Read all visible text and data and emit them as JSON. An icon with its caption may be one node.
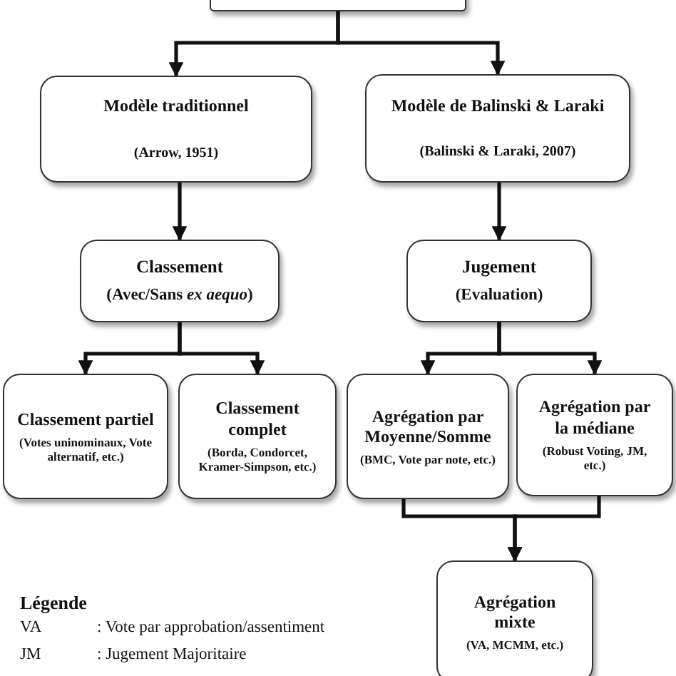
{
  "diagram": {
    "nodes": [
      {
        "text": [],
        "shape": "box"
      },
      {
        "text": [
          "Modèle traditionnel",
          "(Arrow, 1951)"
        ]
      },
      {
        "text": [
          "Modèle de Balinski & Laraki",
          "(Balinski & Laraki, 2007)"
        ]
      },
      {
        "text": [
          "Classement",
          "(Avec/Sans *ex aequo*)"
        ]
      },
      {
        "text": [
          "Jugement",
          "(Evaluation)"
        ]
      },
      {
        "text": [
          "Classement partiel",
          "(Votes uninominaux, Vote alternatif, etc.)"
        ]
      },
      {
        "text": [
          "Classement complet",
          "(Borda, Condorcet, Kramer-Simpson, etc.)"
        ]
      },
      {
        "text": [
          "Agrégation par Moyenne/Somme",
          "(BMC, Vote par note, etc.)"
        ]
      },
      {
        "text": [
          "Agrégation par la médiane",
          "(Robust Voting, JM, etc.)"
        ]
      },
      {
        "text": [
          "Agrégation mixte",
          "(VA, MCMM,  etc.)"
        ]
      }
    ],
    "edges": [
      {
        "from": 0,
        "to": 1,
        "arrow": "to"
      },
      {
        "from": 0,
        "to": 2,
        "arrow": "to"
      },
      {
        "from": 1,
        "to": 3,
        "arrow": "to"
      },
      {
        "from": 2,
        "to": 4,
        "arrow": "to"
      },
      {
        "from": 3,
        "to": 5,
        "arrow": "to"
      },
      {
        "from": 3,
        "to": 6,
        "arrow": "to"
      },
      {
        "from": 4,
        "to": 7,
        "arrow": "to"
      },
      {
        "from": 4,
        "to": 8,
        "arrow": "to"
      },
      {
        "from": 7,
        "to": 9,
        "arrow": "to"
      },
      {
        "from": 8,
        "to": 9,
        "arrow": "to"
      }
    ],
    "labels": [
      "Légende",
      "VA",
      ": Vote par approbation/assentiment",
      "JM",
      ": Jugement Majoritaire"
    ]
  }
}
